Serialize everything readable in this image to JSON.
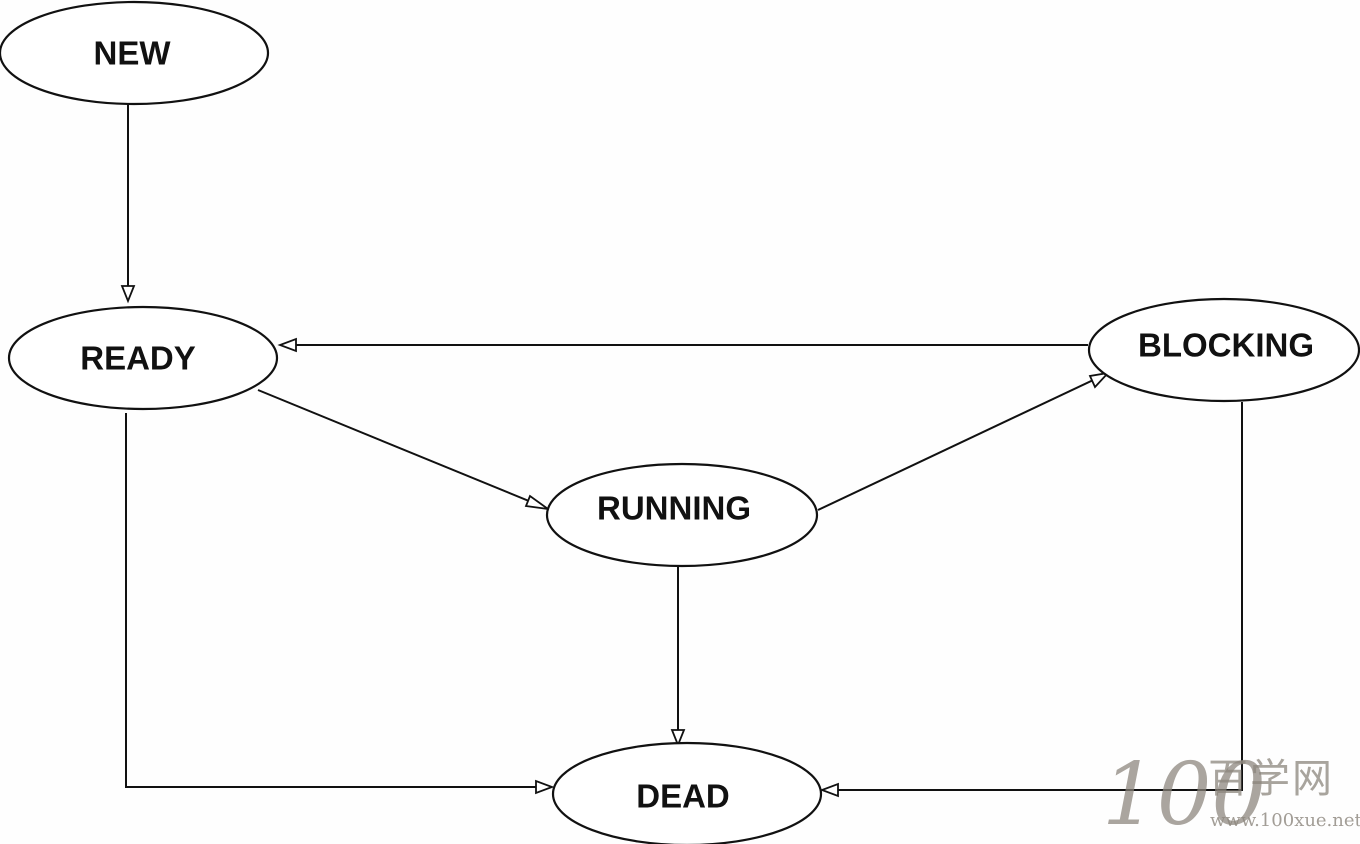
{
  "diagram": {
    "nodes": [
      {
        "id": "new",
        "label": "NEW"
      },
      {
        "id": "ready",
        "label": "READY"
      },
      {
        "id": "running",
        "label": "RUNNING"
      },
      {
        "id": "blocking",
        "label": "BLOCKING"
      },
      {
        "id": "dead",
        "label": "DEAD"
      }
    ],
    "edges": [
      {
        "from": "new",
        "to": "ready"
      },
      {
        "from": "ready",
        "to": "running"
      },
      {
        "from": "ready",
        "to": "dead"
      },
      {
        "from": "running",
        "to": "blocking"
      },
      {
        "from": "running",
        "to": "dead"
      },
      {
        "from": "blocking",
        "to": "ready"
      },
      {
        "from": "blocking",
        "to": "dead"
      }
    ]
  },
  "watermark": {
    "logo_text": "100",
    "cn_text": "百学网",
    "url": "www.100xue.net"
  }
}
